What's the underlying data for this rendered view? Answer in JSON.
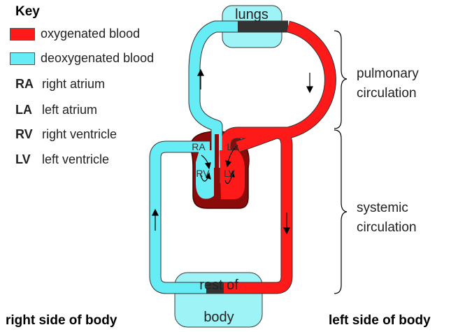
{
  "key": {
    "title": "Key",
    "oxygenated": {
      "label": "oxygenated blood",
      "color": "#ff1a1a"
    },
    "deoxygenated": {
      "label": "deoxygenated blood",
      "color": "#66ecf5"
    },
    "abbreviations": [
      {
        "abbr": "RA",
        "meaning": "right atrium"
      },
      {
        "abbr": "LA",
        "meaning": "left atrium"
      },
      {
        "abbr": "RV",
        "meaning": "right ventricle"
      },
      {
        "abbr": "LV",
        "meaning": "left ventricle"
      }
    ]
  },
  "organs": {
    "lungs": "lungs",
    "rest_of_body_line1": "rest of",
    "rest_of_body_line2": "body"
  },
  "heart": {
    "ra": "RA",
    "la": "LA",
    "rv": "RV",
    "lv": "LV"
  },
  "circulation": {
    "pulmonary_line1": "pulmonary",
    "pulmonary_line2": "circulation",
    "systemic_line1": "systemic",
    "systemic_line2": "circulation"
  },
  "sides": {
    "right": "right side of body",
    "left": "left side of body"
  },
  "colors": {
    "oxygenated": "#ff1a1a",
    "deoxygenated": "#66ecf5",
    "heart_wall": "#8b0a0a",
    "organ_fill": "#9ef3f7"
  }
}
